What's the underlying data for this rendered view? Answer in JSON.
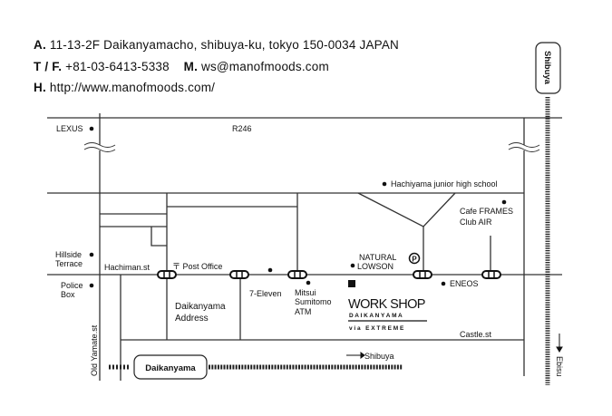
{
  "contact": {
    "address_label": "A.",
    "address": "11-13-2F Daikanyamacho, shibuya-ku, tokyo 150-0034 JAPAN",
    "phone_label": "T / F.",
    "phone": "+81-03-6413-5338",
    "mail_label": "M.",
    "mail": "ws@manofmoods.com",
    "web_label": "H.",
    "web": "http://www.manofmoods.com/"
  },
  "map": {
    "roads": {
      "r246": "R246",
      "hachiman": "Hachiman.st",
      "castle": "Castle.st",
      "old_yamate": "Old Yamate.st"
    },
    "stations": {
      "daikanyama": "Daikanyama",
      "shibuya": "Shibuya"
    },
    "directions": {
      "to_shibuya": "Shibuya",
      "to_ebisu": "Ebisu"
    },
    "landmarks": {
      "lexus": "LEXUS",
      "hillside_1": "Hillside",
      "hillside_2": "Terrace",
      "police_1": "Police",
      "police_2": "Box",
      "post_office": "〒 Post Office",
      "address_1": "Daikanyama",
      "address_2": "Address",
      "seven_eleven": "7-Eleven",
      "mitsui_1": "Mitsui",
      "mitsui_2": "Sumitomo",
      "mitsui_3": "ATM",
      "lowson_1": "NATURAL",
      "lowson_2": "LOWSON",
      "parking": "P",
      "eneos": "ENEOS",
      "school": "Hachiyama junior high school",
      "cafe_1": "Cafe FRAMES",
      "cafe_2": "Club AIR"
    },
    "shop": {
      "name": "WORK SHOP",
      "sub": "D A I K A N Y A M A",
      "via": "v i a   E X T R E M E"
    }
  }
}
